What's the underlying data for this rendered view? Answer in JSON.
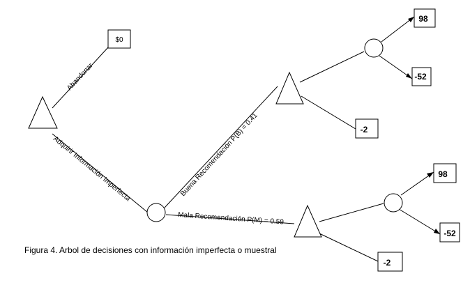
{
  "figure": {
    "caption": "Figura 4. Arbol de decisiones con información imperfecta o muestral"
  },
  "branches": {
    "abandon": "Abandonar",
    "acquire": "Adquirir Información Imperfecta",
    "good": "Buena Recomendación P(B) = 0.41",
    "bad": "Mala Recomendación P(M) = 0.59"
  },
  "payoffs": {
    "abandon": "$0",
    "good_high": "98",
    "good_low": "-52",
    "good_stop": "-2",
    "bad_high": "98",
    "bad_low": "-52",
    "bad_stop": "-2"
  }
}
